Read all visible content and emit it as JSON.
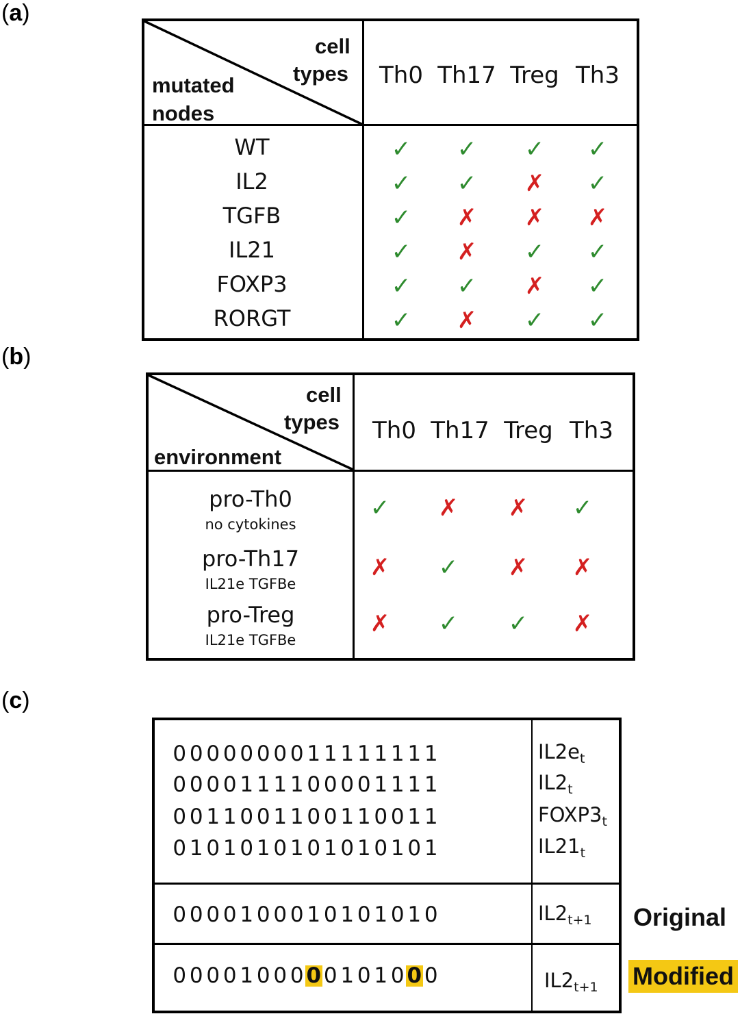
{
  "panel_a": {
    "label": "a",
    "corner_top": [
      "cell",
      "types"
    ],
    "corner_bottom": [
      "mutated",
      "nodes"
    ],
    "columns": [
      "Th0",
      "Th17",
      "Treg",
      "Th3"
    ],
    "rows": [
      {
        "label": "WT",
        "marks": [
          true,
          true,
          true,
          true
        ]
      },
      {
        "label": "IL2",
        "marks": [
          true,
          true,
          false,
          true
        ]
      },
      {
        "label": "TGFB",
        "marks": [
          true,
          false,
          false,
          false
        ]
      },
      {
        "label": "IL21",
        "marks": [
          true,
          false,
          true,
          true
        ]
      },
      {
        "label": "FOXP3",
        "marks": [
          true,
          true,
          false,
          true
        ]
      },
      {
        "label": "RORGT",
        "marks": [
          true,
          false,
          true,
          true
        ]
      }
    ]
  },
  "panel_b": {
    "label": "b",
    "corner_top": [
      "cell",
      "types"
    ],
    "corner_bottom": [
      "environment"
    ],
    "columns": [
      "Th0",
      "Th17",
      "Treg",
      "Th3"
    ],
    "rows": [
      {
        "label": "pro-Th0",
        "sub": "no cytokines",
        "marks": [
          true,
          false,
          false,
          true
        ]
      },
      {
        "label": "pro-Th17",
        "sub": "IL21e TGFBe",
        "marks": [
          false,
          true,
          false,
          false
        ]
      },
      {
        "label": "pro-Treg",
        "sub": "IL21e TGFBe",
        "marks": [
          false,
          true,
          true,
          false
        ]
      }
    ]
  },
  "panel_c": {
    "label": "c",
    "inputs": [
      {
        "bits": "0000000011111111",
        "var": "IL2e",
        "sub": "t"
      },
      {
        "bits": "0000111100001111",
        "var": "IL2",
        "sub": "t"
      },
      {
        "bits": "0011001100110011",
        "var": "FOXP3",
        "sub": "t"
      },
      {
        "bits": "0101010101010101",
        "var": "IL21",
        "sub": "t"
      }
    ],
    "original": {
      "bits": "0000100010101010",
      "var": "IL2",
      "sub": "t+1",
      "tag": "Original"
    },
    "modified": {
      "bits": "0000100000101000",
      "var": "IL2",
      "sub": "t+1",
      "tag": "Modified",
      "highlight": [
        8,
        14
      ]
    }
  },
  "colors": {
    "check": "#2e8b2e",
    "cross": "#d42020",
    "highlight": "#f4c814"
  },
  "glyphs": {
    "check": "✓",
    "cross": "✗"
  }
}
